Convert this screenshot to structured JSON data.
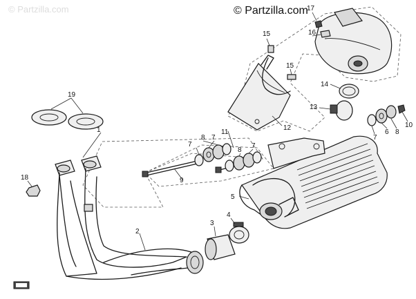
{
  "watermark_faint": "© Partzilla.com",
  "watermark_main": "© Partzilla.com",
  "callouts": {
    "c1": "1",
    "c2": "2",
    "c3": "3",
    "c4": "4",
    "c5": "5",
    "c6": "6",
    "c7a": "7",
    "c7b": "7",
    "c7c": "7",
    "c7d": "7",
    "c8a": "8",
    "c8b": "8",
    "c8c": "8",
    "c9": "9",
    "c10": "10",
    "c11": "11",
    "c12": "12",
    "c13": "13",
    "c14": "14",
    "c15a": "15",
    "c15b": "15",
    "c16": "16",
    "c17": "17",
    "c18": "18",
    "c19": "19"
  }
}
